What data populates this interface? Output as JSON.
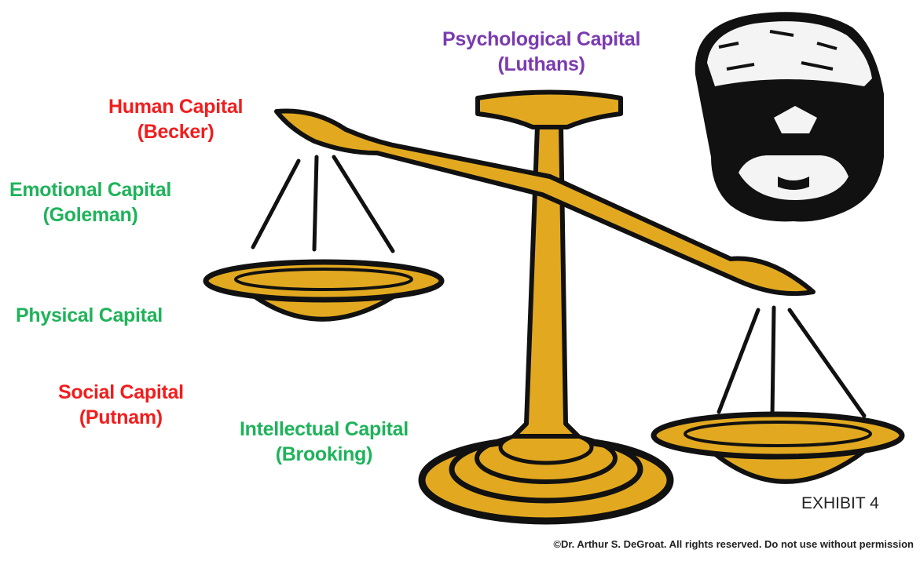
{
  "labels": {
    "psychological": {
      "line1": "Psychological  Capital",
      "line2": "(Luthans)",
      "color": "#7a3bb0"
    },
    "human": {
      "line1": "Human Capital",
      "line2": "(Becker)",
      "color": "#f21d1d"
    },
    "emotional": {
      "line1": "Emotional  Capital",
      "line2": "(Goleman)",
      "color": "#1fb35a"
    },
    "physical": {
      "line1": "Physical  Capital",
      "color": "#1fb35a"
    },
    "social": {
      "line1": "Social  Capital",
      "line2": "(Putnam)",
      "color": "#f21d1d"
    },
    "intellectual": {
      "line1": "Intellectual Capital",
      "line2": "(Brooking)",
      "color": "#1fb35a"
    }
  },
  "exhibit": "EXHIBIT 4",
  "copyright": "©Dr. Arthur S. DeGroat. All rights reserved. Do not use without permission",
  "colors": {
    "gold": "#e2a920",
    "outline": "#111111"
  },
  "icons": [
    "balance-scale-icon",
    "soldier-face-icon"
  ]
}
